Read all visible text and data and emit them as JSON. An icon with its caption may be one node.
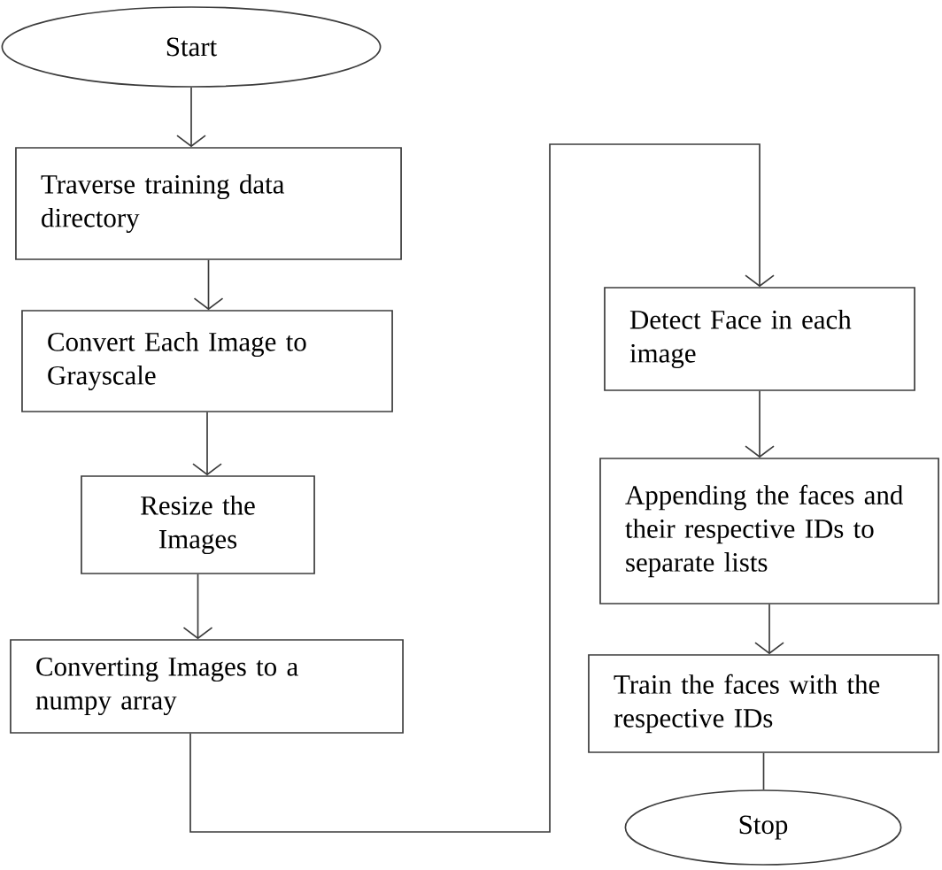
{
  "diagram": {
    "nodes": [
      {
        "text": [
          "Start"
        ]
      },
      {
        "text": [
          "Traverse training data directory"
        ]
      },
      {
        "text": [
          "Convert Each Image to Grayscale"
        ]
      },
      {
        "text": [
          "Resize the Images"
        ]
      },
      {
        "text": [
          "Converting Images to a numpy array"
        ]
      },
      {
        "text": [
          "Detect Face in each image"
        ]
      },
      {
        "text": [
          "Appending the faces and their respective IDs to separate lists"
        ]
      },
      {
        "text": [
          "Train the faces with the respective IDs"
        ]
      },
      {
        "text": [
          "Stop"
        ]
      }
    ],
    "edges": [
      {
        "from": 0,
        "to": 1,
        "arrow": "to"
      },
      {
        "from": 1,
        "to": 2,
        "arrow": "to"
      },
      {
        "from": 2,
        "to": 3,
        "arrow": "to"
      },
      {
        "from": 3,
        "to": 4,
        "arrow": "to"
      },
      {
        "from": 4,
        "to": 5,
        "arrow": "to"
      },
      {
        "from": 5,
        "to": 6,
        "arrow": "to"
      },
      {
        "from": 6,
        "to": 7,
        "arrow": "to"
      },
      {
        "from": 7,
        "to": 8,
        "arrow": "none"
      }
    ]
  }
}
